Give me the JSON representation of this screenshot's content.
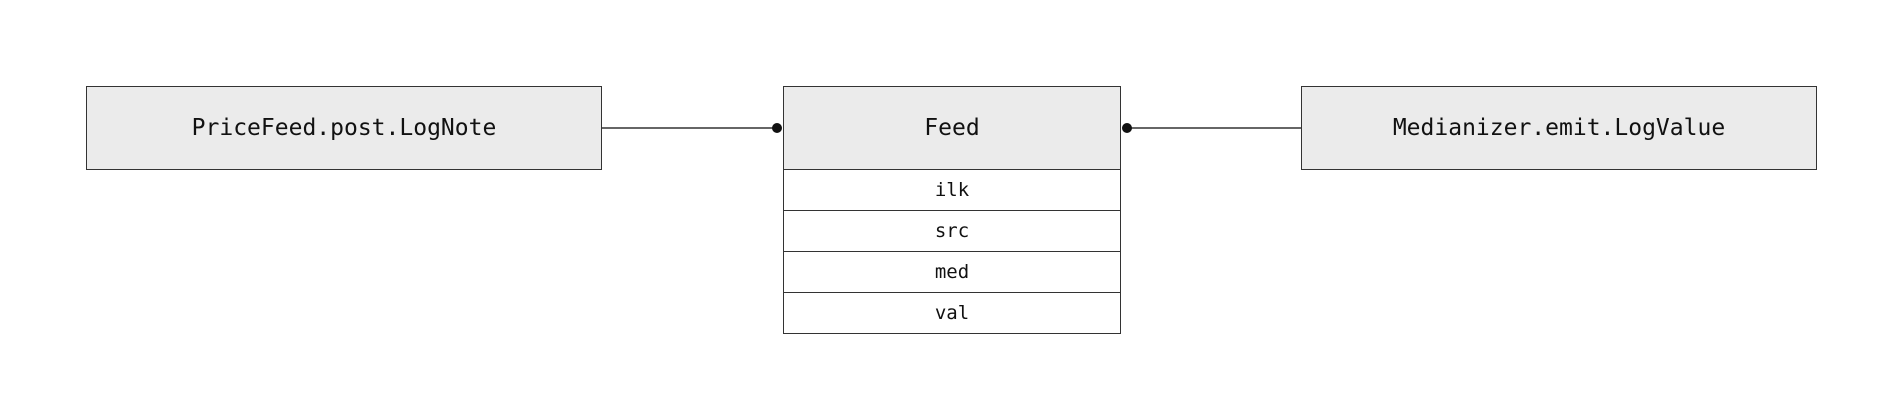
{
  "diagram": {
    "left_node": {
      "label": "PriceFeed.post.LogNote"
    },
    "center_entity": {
      "title": "Feed",
      "fields": [
        "ilk",
        "src",
        "med",
        "val"
      ]
    },
    "right_node": {
      "label": "Medianizer.emit.LogValue"
    },
    "edges": [
      {
        "from": "PriceFeed.post.LogNote",
        "to": "Feed"
      },
      {
        "from": "Feed",
        "to": "Medianizer.emit.LogValue"
      }
    ],
    "colors": {
      "node_fill": "#ebebeb",
      "border": "#333333",
      "background": "#ffffff"
    }
  }
}
